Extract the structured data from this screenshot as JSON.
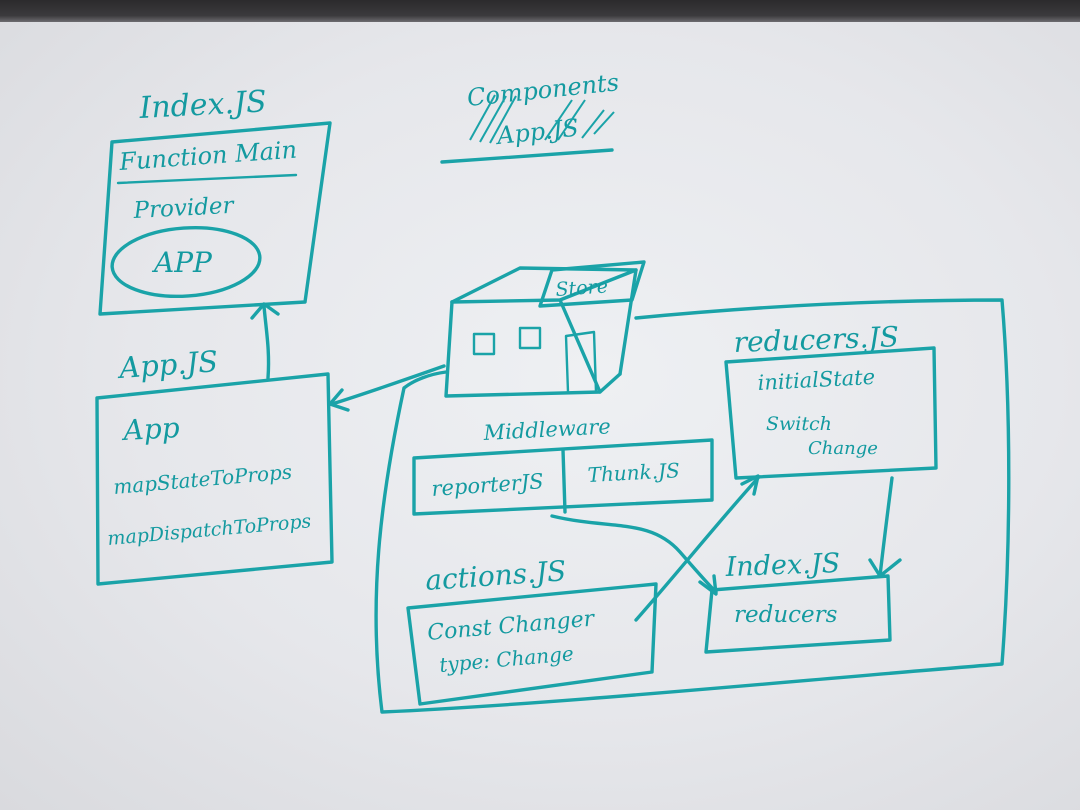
{
  "components_note": {
    "title": "Components",
    "file": "App.JS"
  },
  "index_file": {
    "title": "Index.JS",
    "function_label": "Function Main",
    "provider_label": "Provider",
    "app_oval_label": "APP"
  },
  "app_file": {
    "title": "App.JS",
    "component_label": "App",
    "map_state_label": "mapStateToProps",
    "map_dispatch_label": "mapDispatchToProps"
  },
  "store": {
    "label": "Store"
  },
  "middleware": {
    "title": "Middleware",
    "reporter_label": "reporterJS",
    "thunk_label": "Thunk.JS"
  },
  "reducers_file": {
    "title": "reducers.JS",
    "initial_state_label": "initialState",
    "switch_label": "Switch",
    "change_label": "Change"
  },
  "reducers_index": {
    "title": "Index.JS",
    "reducers_label": "reducers"
  },
  "actions_file": {
    "title": "actions.JS",
    "const_label": "Const Changer",
    "type_label": "type: Change"
  },
  "colors": {
    "ink": "#1aa3a8",
    "paper": "#e8e9ed"
  }
}
